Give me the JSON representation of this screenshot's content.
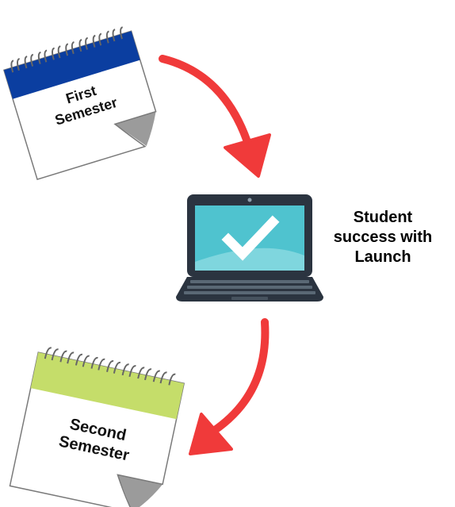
{
  "first_calendar": {
    "line1": "First",
    "line2": "Semester",
    "header_color": "#0b3ea0"
  },
  "second_calendar": {
    "line1": "Second",
    "line2": "Semester",
    "header_color": "#c5dd6a"
  },
  "laptop_caption": {
    "line1": "Student",
    "line2": "success with",
    "line3": "Launch"
  },
  "colors": {
    "arrow": "#f03a3a",
    "laptop_screen": "#4fc3cf",
    "laptop_body": "#2b3440",
    "checkmark": "#ffffff"
  },
  "icons": [
    "calendar-icon",
    "curved-arrow-icon",
    "laptop-icon",
    "checkmark-icon"
  ]
}
